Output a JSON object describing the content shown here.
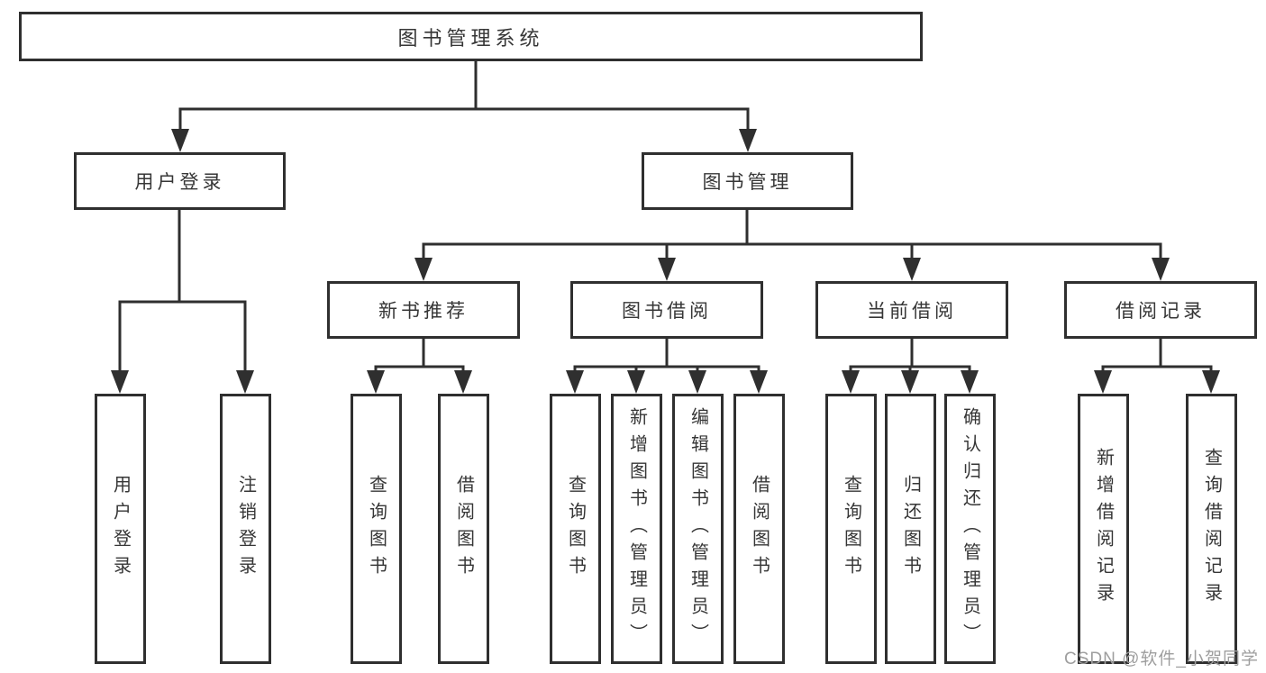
{
  "tree": {
    "root": {
      "label": "图书管理系统"
    },
    "branches": [
      {
        "label": "用户登录",
        "leaves": [
          {
            "label": "用户登录"
          },
          {
            "label": "注销登录"
          }
        ]
      },
      {
        "label": "图书管理",
        "groups": [
          {
            "label": "新书推荐",
            "leaves": [
              {
                "label": "查询图书"
              },
              {
                "label": "借阅图书"
              }
            ]
          },
          {
            "label": "图书借阅",
            "leaves": [
              {
                "label": "查询图书"
              },
              {
                "label": "新增图书（管理员）"
              },
              {
                "label": "编辑图书（管理员）"
              },
              {
                "label": "借阅图书"
              }
            ]
          },
          {
            "label": "当前借阅",
            "leaves": [
              {
                "label": "查询图书"
              },
              {
                "label": "归还图书"
              },
              {
                "label": "确认归还（管理员）"
              }
            ]
          },
          {
            "label": "借阅记录",
            "leaves": [
              {
                "label": "新增借阅记录"
              },
              {
                "label": "查询借阅记录"
              }
            ]
          }
        ]
      }
    ]
  },
  "watermark": {
    "text": "CSDN @软件_小贺同学"
  },
  "colors": {
    "line": "#2f2f2f",
    "text": "#363636",
    "watermark": "#9e9e9e",
    "background": "#ffffff"
  }
}
